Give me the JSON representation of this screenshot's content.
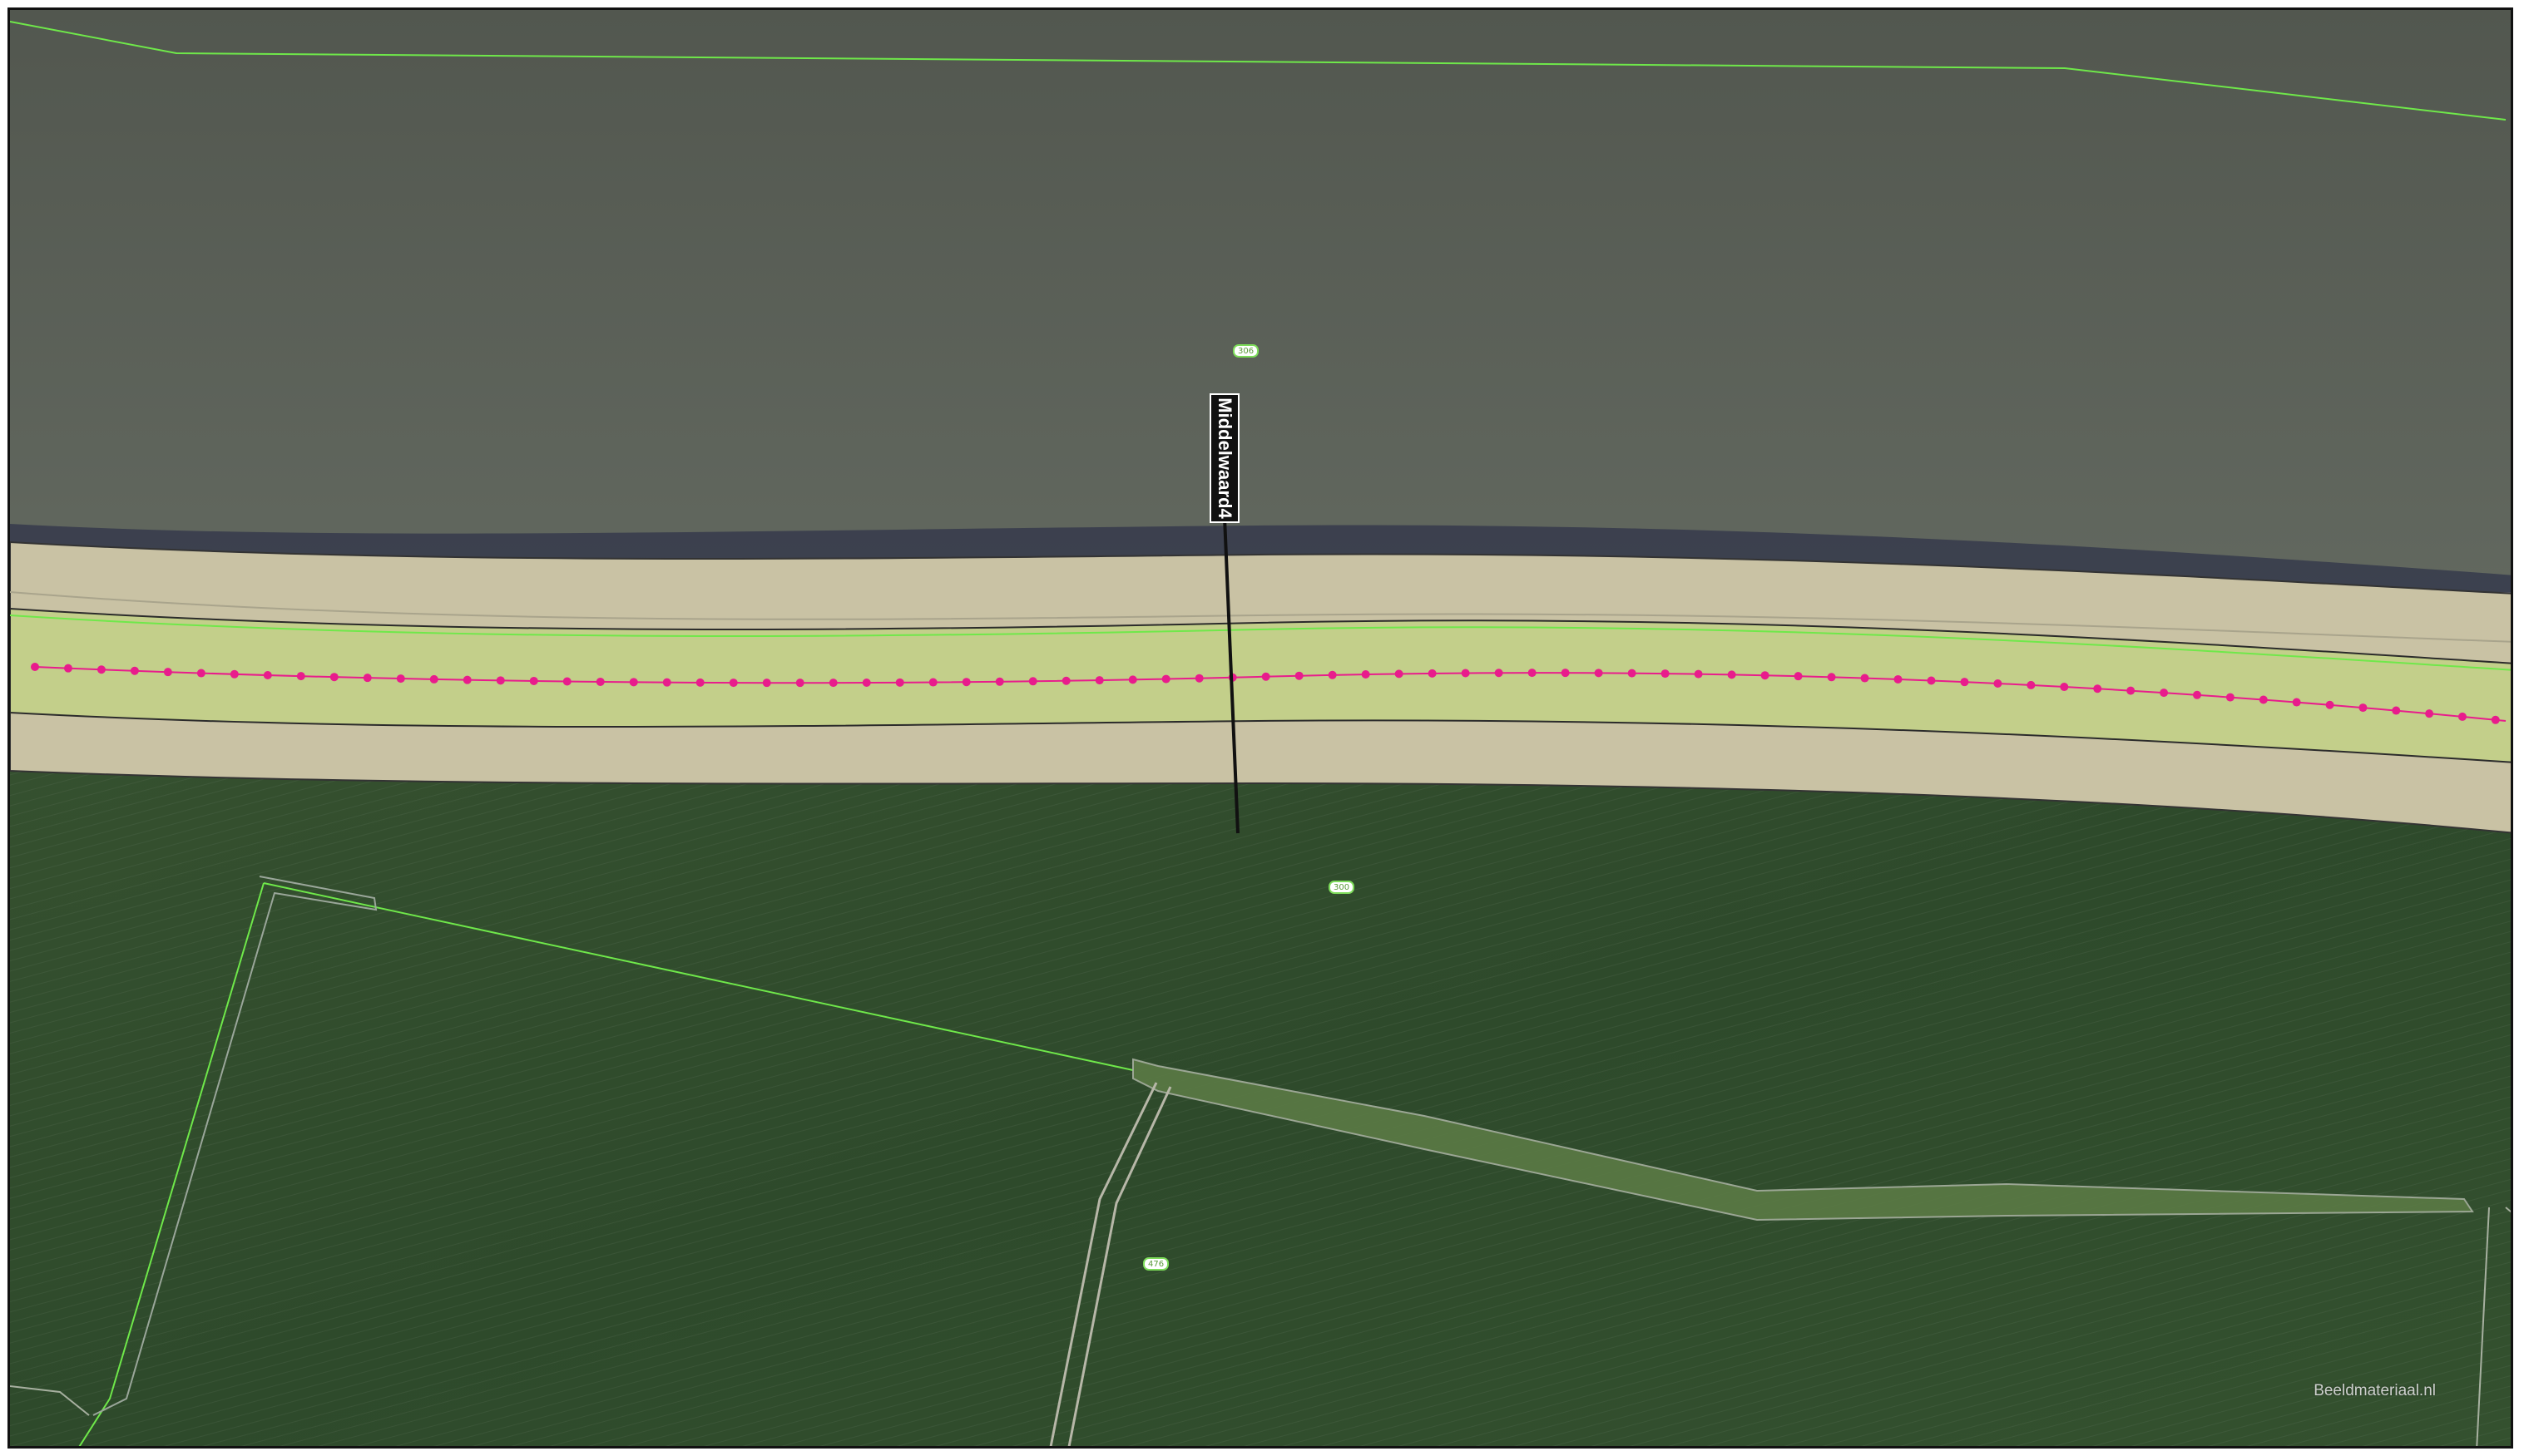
{
  "map": {
    "profile_label": "Middelwaard4",
    "parcel_labels": [
      "306",
      "300",
      "476"
    ],
    "attribution": "Beeldmateriaal.nl"
  },
  "colors": {
    "water": "#5c6259",
    "water_shore_shadow": "#2f3348",
    "dike_outer_band": "#c9c2a4",
    "dike_crest": "#c3cf8a",
    "field_dark": "#2f4a2c",
    "field_light": "#3b5a34",
    "parcel_boundary": "#6fe84a",
    "dike_axis_line": "#e81c8c",
    "profile_line": "#111111",
    "ditch": "#8a9a7a"
  }
}
